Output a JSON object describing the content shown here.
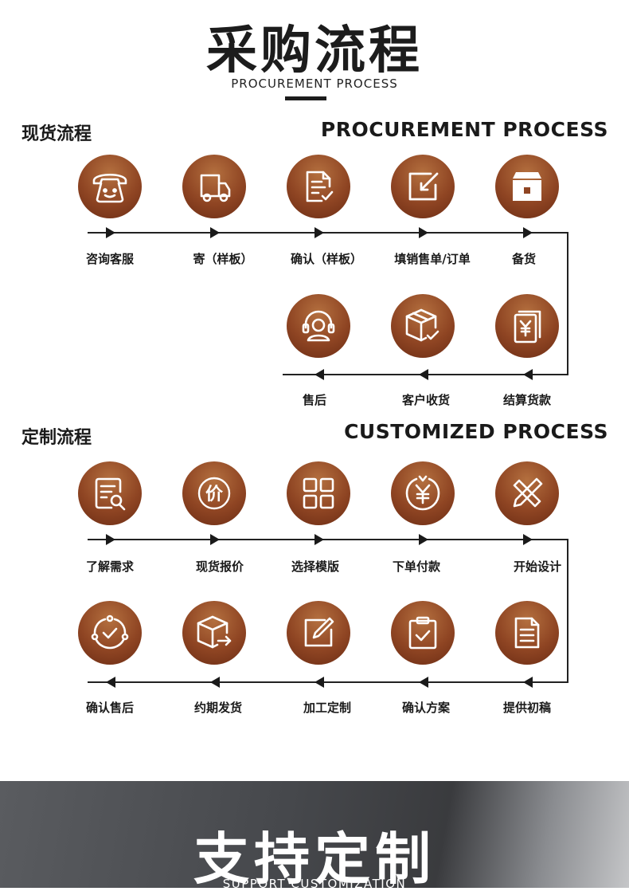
{
  "header": {
    "title": "采购流程",
    "subtitle": "PROCUREMENT PROCESS"
  },
  "spot": {
    "title_cn": "现货流程",
    "title_en": "PROCUREMENT PROCESS",
    "steps": [
      {
        "label": "咨询客服",
        "icon": "telephone-icon"
      },
      {
        "label": "寄（样板）",
        "icon": "delivery-truck-icon"
      },
      {
        "label": "确认（样板）",
        "icon": "document-check-icon"
      },
      {
        "label": "填销售单/订单",
        "icon": "edit-square-icon"
      },
      {
        "label": "备货",
        "icon": "package-box-icon"
      },
      {
        "label": "结算货款",
        "icon": "yen-bill-icon"
      },
      {
        "label": "客户收货",
        "icon": "box-received-icon"
      },
      {
        "label": "售后",
        "icon": "headset-support-icon"
      }
    ]
  },
  "custom": {
    "title_cn": "定制流程",
    "title_en": "CUSTOMIZED PROCESS",
    "steps": [
      {
        "label": "了解需求",
        "icon": "document-search-icon"
      },
      {
        "label": "现货报价",
        "icon": "price-tag-icon"
      },
      {
        "label": "选择模版",
        "icon": "template-grid-icon"
      },
      {
        "label": "下单付款",
        "icon": "yen-payment-icon"
      },
      {
        "label": "开始设计",
        "icon": "design-tools-icon"
      },
      {
        "label": "提供初稿",
        "icon": "draft-document-icon"
      },
      {
        "label": "确认方案",
        "icon": "clipboard-check-icon"
      },
      {
        "label": "加工定制",
        "icon": "edit-pen-icon"
      },
      {
        "label": "约期发货",
        "icon": "shipping-box-icon"
      },
      {
        "label": "确认售后",
        "icon": "after-sales-check-icon"
      }
    ]
  },
  "banner": {
    "title": "支持定制",
    "subtitle": "SUPPORT CUSTOMIZATION"
  },
  "colors": {
    "circle_light": "#b4703f",
    "circle_dark": "#6b2c14",
    "text": "#1a1a1a"
  }
}
